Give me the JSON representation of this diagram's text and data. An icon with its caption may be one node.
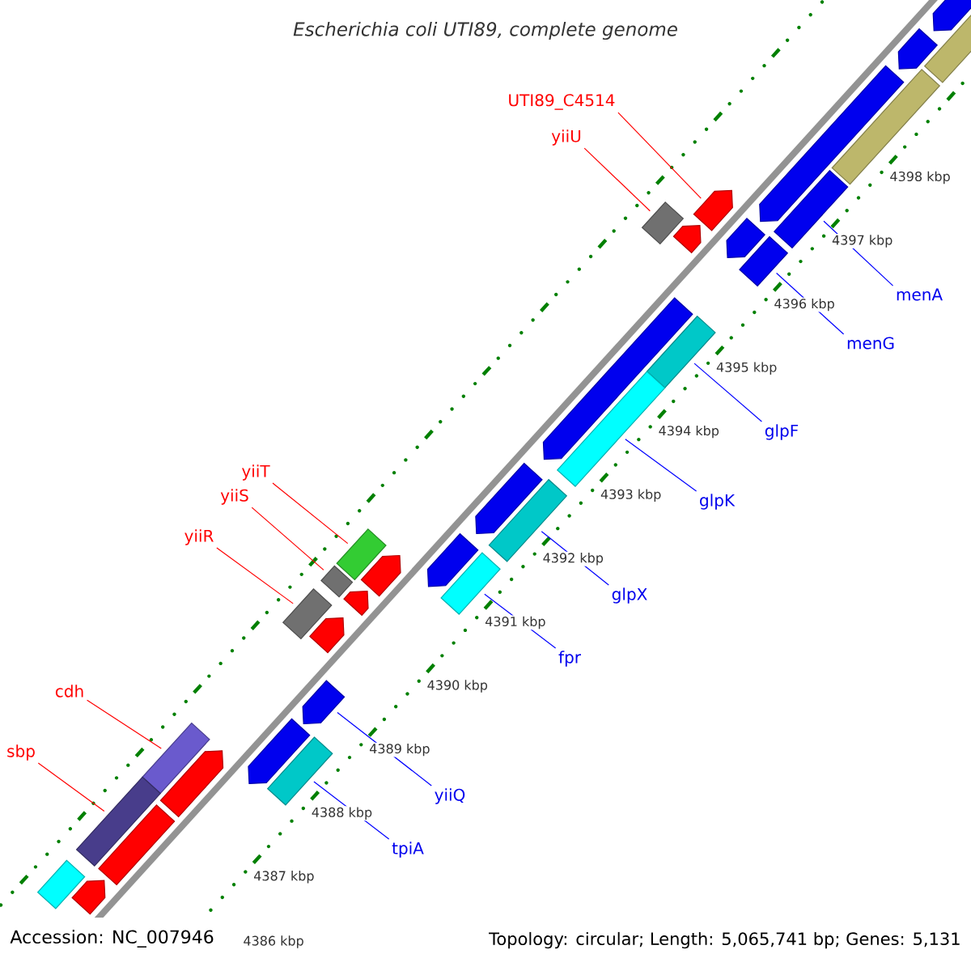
{
  "diagram": {
    "title": "Escherichia coli UTI89, complete genome",
    "nodes": [
      {
        "text": [
          "UTI89_C4514"
        ]
      },
      {
        "text": [
          "yiiU"
        ]
      },
      {
        "text": [
          "menA"
        ]
      },
      {
        "text": [
          "menG"
        ]
      },
      {
        "text": [
          "glpF"
        ]
      },
      {
        "text": [
          "yiiT"
        ]
      },
      {
        "text": [
          "yiiS"
        ]
      },
      {
        "text": [
          "glpK"
        ]
      },
      {
        "text": [
          "yiiR"
        ]
      },
      {
        "text": [
          "glpX"
        ]
      },
      {
        "text": [
          "fpr"
        ]
      },
      {
        "text": [
          "cdh"
        ]
      },
      {
        "text": [
          "sbp"
        ]
      },
      {
        "text": [
          "yiiQ"
        ]
      },
      {
        "text": [
          "tpiA"
        ]
      },
      {
        "text": [],
        "shape": "arrow"
      },
      {
        "text": [],
        "shape": "box"
      },
      {
        "text": [],
        "shape": "box"
      },
      {
        "text": [],
        "shape": "box"
      },
      {
        "text": [],
        "shape": "box"
      },
      {
        "text": [],
        "shape": "box"
      },
      {
        "text": [],
        "shape": "box"
      },
      {
        "text": [],
        "shape": "box"
      },
      {
        "text": [],
        "shape": "box"
      },
      {
        "text": [],
        "shape": "box"
      },
      {
        "text": [],
        "shape": "box"
      },
      {
        "text": [],
        "shape": "box"
      },
      {
        "text": [],
        "shape": "box"
      },
      {
        "text": [],
        "shape": "arrow"
      },
      {
        "text": [],
        "shape": "box"
      },
      {
        "text": [],
        "shape": "arrow"
      },
      {
        "text": [],
        "shape": "arrow"
      },
      {
        "text": [],
        "shape": "arrow"
      },
      {
        "text": [],
        "shape": "arrow"
      },
      {
        "text": [],
        "shape": "arrow"
      },
      {
        "text": [],
        "shape": "arrow"
      },
      {
        "text": [],
        "shape": "arrow"
      },
      {
        "text": [],
        "shape": "arrow"
      },
      {
        "text": [],
        "shape": "box"
      },
      {
        "text": [],
        "shape": "box"
      },
      {
        "text": [],
        "shape": "arrow"
      },
      {
        "text": [],
        "shape": "arrow"
      },
      {
        "text": [],
        "shape": "arrow"
      },
      {
        "text": [],
        "shape": "arrow"
      },
      {
        "text": [],
        "shape": "arrow"
      },
      {
        "text": [],
        "shape": "box"
      },
      {
        "text": [],
        "shape": "arrow"
      },
      {
        "text": [],
        "shape": "box"
      }
    ],
    "edges": [
      {
        "from": 0,
        "to": 15,
        "arrow": "none",
        "color": "#ff0000"
      },
      {
        "from": 1,
        "to": 16,
        "arrow": "none",
        "color": "#ff0000"
      },
      {
        "from": 2,
        "to": 17,
        "arrow": "none"
      },
      {
        "from": 3,
        "to": 18,
        "arrow": "none"
      },
      {
        "from": 4,
        "to": 19,
        "arrow": "none"
      },
      {
        "from": 5,
        "to": 20,
        "arrow": "none",
        "color": "#ff0000"
      },
      {
        "from": 6,
        "to": 21,
        "arrow": "none",
        "color": "#ff0000"
      },
      {
        "from": 7,
        "to": 22,
        "arrow": "none"
      },
      {
        "from": 8,
        "to": 23,
        "arrow": "none",
        "color": "#ff0000"
      },
      {
        "from": 9,
        "to": 24,
        "arrow": "none"
      },
      {
        "from": 10,
        "to": 25,
        "arrow": "none"
      },
      {
        "from": 11,
        "to": 26,
        "arrow": "none",
        "color": "#ff0000"
      },
      {
        "from": 12,
        "to": 27,
        "arrow": "none",
        "color": "#ff0000"
      },
      {
        "from": 13,
        "to": 28,
        "arrow": "none"
      },
      {
        "from": 14,
        "to": 29,
        "arrow": "none"
      }
    ],
    "labels": [
      "4398 kbp",
      "4397 kbp",
      "4396 kbp",
      "4395 kbp",
      "4394 kbp",
      "4393 kbp",
      "4392 kbp",
      "4391 kbp",
      "4390 kbp",
      "4389 kbp",
      "4388 kbp",
      "4387 kbp",
      "Accession: NC_007946",
      "4386 kbp",
      "Topology: circular; Length: 5,065,741 bp; Genes: 5,131"
    ]
  }
}
